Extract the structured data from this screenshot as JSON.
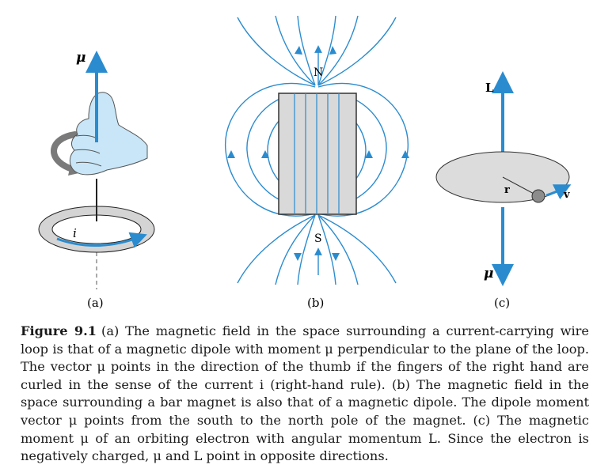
{
  "figure": {
    "panel_a": {
      "label": "(a)",
      "moment_symbol": "μ",
      "current_symbol": "i"
    },
    "panel_b": {
      "label": "(b)",
      "north": "N",
      "south": "S"
    },
    "panel_c": {
      "label": "(c)",
      "angular_momentum_symbol": "L",
      "radius_symbol": "r",
      "velocity_symbol": "v",
      "moment_symbol": "μ"
    },
    "colors": {
      "field_blue": "#2a8ccf",
      "hand_fill": "#c8e6f7",
      "magnet_gray": "#d9d9d9",
      "curl_arrow_gray": "#7a7a7a"
    }
  },
  "caption": {
    "label": "Figure 9.1",
    "text": "(a) The magnetic field in the space surrounding a current-carrying wire loop is that of a magnetic dipole with moment μ perpendicular to the plane of the loop. The vector μ points in the direction of the thumb if the fingers of the right hand are curled in the sense of the current i (right-hand rule). (b) The magnetic field in the space surrounding a bar magnet is also that of a magnetic dipole. The dipole moment vector μ points from the south to the north pole of the magnet. (c) The magnetic moment μ of an orbiting electron with angular momentum L. Since the electron is negatively charged, μ and L point in opposite directions."
  }
}
